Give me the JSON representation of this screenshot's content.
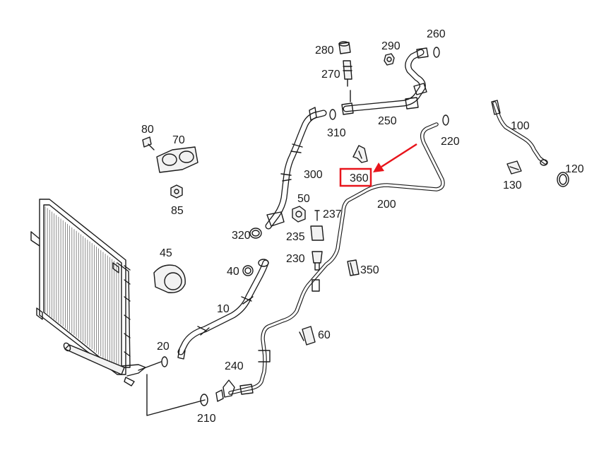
{
  "diagram": {
    "labels": {
      "l10": "10",
      "l20": "20",
      "l40": "40",
      "l45": "45",
      "l50": "50",
      "l60": "60",
      "l70": "70",
      "l80": "80",
      "l85": "85",
      "l100": "100",
      "l120": "120",
      "l130": "130",
      "l200": "200",
      "l210": "210",
      "l220": "220",
      "l230": "230",
      "l235": "235",
      "l237": "237",
      "l240": "240",
      "l250": "250",
      "l260": "260",
      "l270": "270",
      "l280": "280",
      "l290": "290",
      "l300": "300",
      "l310": "310",
      "l320": "320",
      "l350": "350",
      "l360": "360"
    },
    "highlighted_part": "360",
    "highlight_color": "#e8141b"
  }
}
